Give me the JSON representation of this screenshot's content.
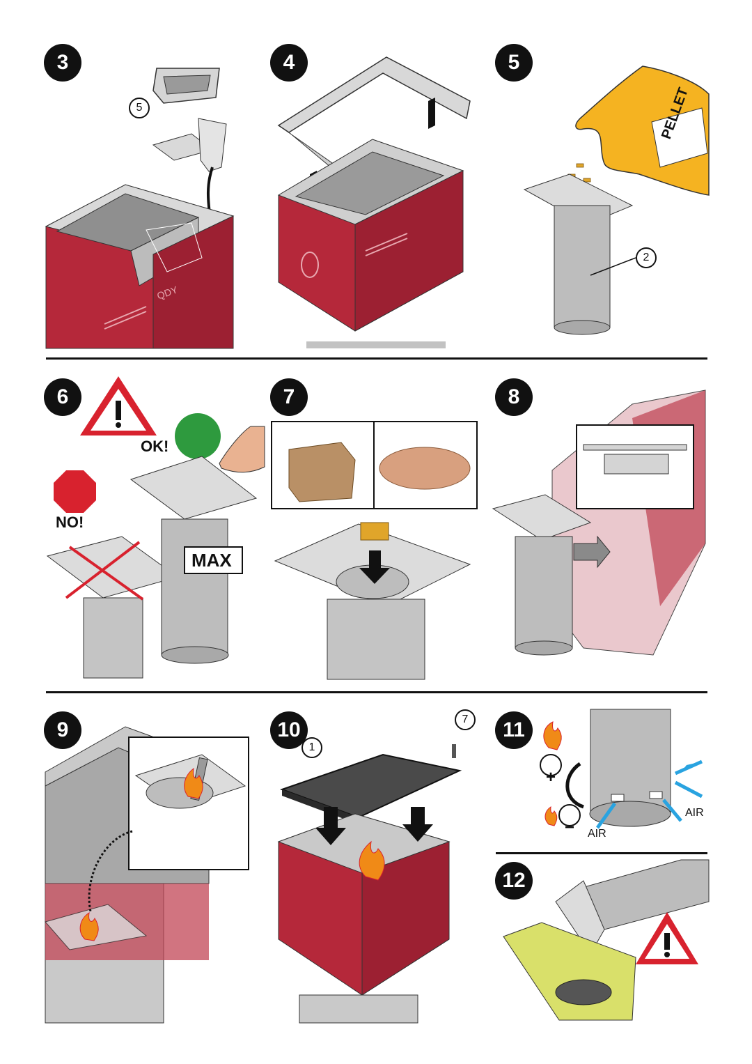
{
  "steps": [
    {
      "number": "3",
      "callout": "5"
    },
    {
      "number": "4"
    },
    {
      "number": "5",
      "callout": "2",
      "bag_label": "PELLET"
    },
    {
      "number": "6",
      "ok_label": "OK!",
      "no_label": "NO!",
      "max_label": "MAX"
    },
    {
      "number": "7"
    },
    {
      "number": "8"
    },
    {
      "number": "9"
    },
    {
      "number": "10",
      "callout_a": "1",
      "callout_b": "7"
    },
    {
      "number": "11",
      "plus": "+",
      "minus": "−",
      "air_label": "AIR"
    },
    {
      "number": "12"
    }
  ],
  "brand_mark": "QDY",
  "colors": {
    "stove_red": "#b5283a",
    "steel": "#c9c9c9",
    "steel_dark": "#8d8d8d",
    "flame": "#f08a17",
    "pellet": "#e0a52a",
    "bag": "#f5b321",
    "warning_red": "#d8222e",
    "ok_green": "#2e9a3e",
    "air_blue": "#29a3e0",
    "dustpan": "#d9e06a"
  }
}
